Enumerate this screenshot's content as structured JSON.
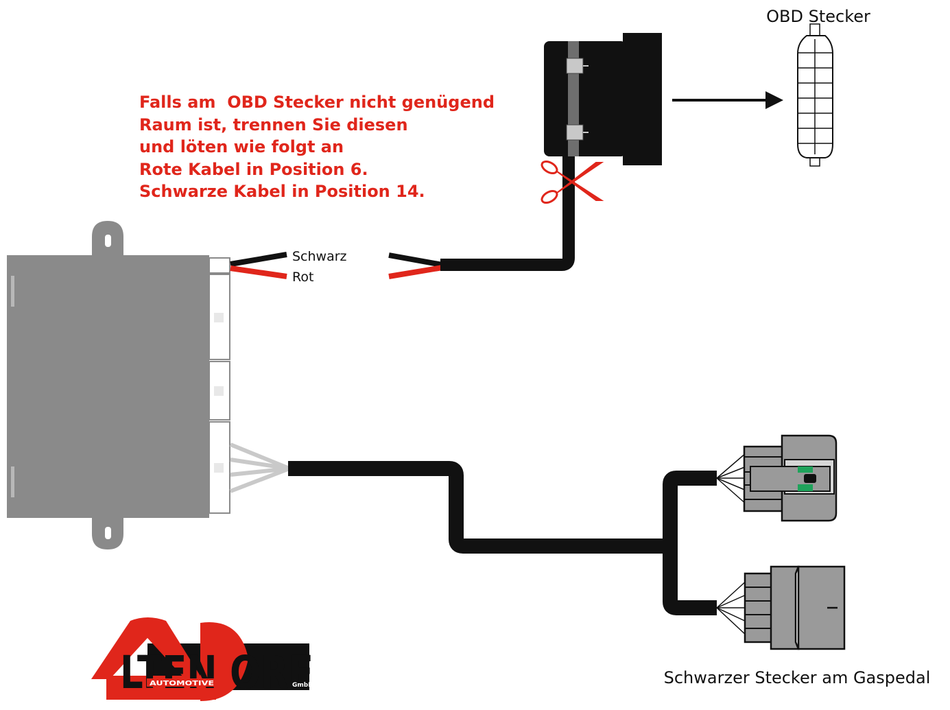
{
  "instruction": {
    "lines": [
      "Falls am  OBD Stecker nicht genügend",
      "Raum ist, trennen Sie diesen",
      "und löten wie folgt an",
      "Rote Kabel in Position 6.",
      "Schwarze Kabel in Position 14."
    ]
  },
  "labels": {
    "obd_connector": "OBD Stecker",
    "wire_black": "Schwarz",
    "wire_red": "Rot",
    "pedal_connector": "Schwarzer Stecker am Gaspedal"
  },
  "logo": {
    "main": "LTEN  ORF",
    "sub": "AUTOMOTIVE",
    "suffix": "GmbH"
  },
  "colors": {
    "instruction_text": "#e0261b",
    "wire_red": "#e0261b",
    "wire_black": "#111111",
    "module_body": "#8a8a8a",
    "connector_grey": "#9a9a9a",
    "pin_green": "#1fa35b",
    "logo_red": "#e0261b"
  }
}
